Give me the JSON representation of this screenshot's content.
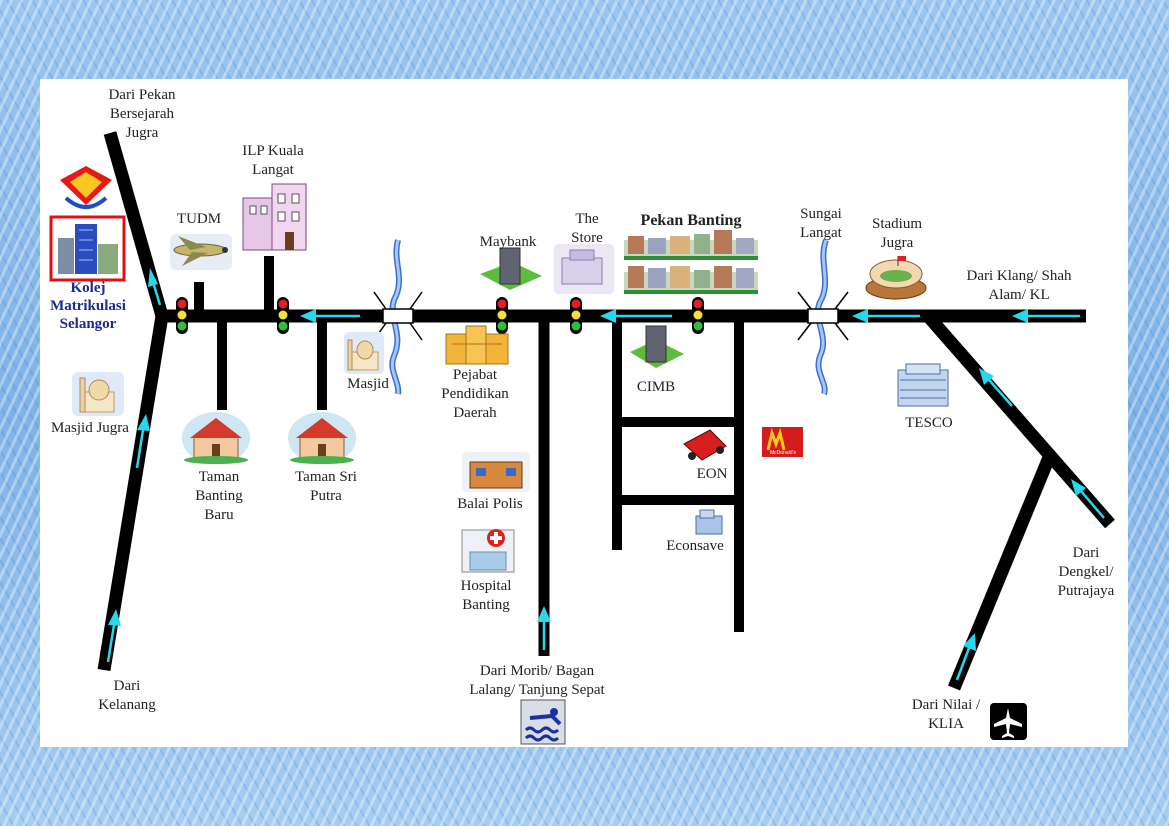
{
  "title": "Pekan Banting",
  "school": {
    "name": "Kolej Matrikulasi Selangor"
  },
  "colors": {
    "road": "#000000",
    "arrow": "#27d8ec",
    "light_red": "#e02020",
    "light_green": "#2fbe3a",
    "border": "#e01010",
    "text_navy": "#1b2a8c"
  },
  "labels": {
    "dari_pekan": "Dari Pekan\nBersejarah\nJugra",
    "ilp": "ILP Kuala\nLangat",
    "tudm": "TUDM",
    "kolej": "Kolej\nMatrikulasi\nSelangor",
    "masjid_jugra": "Masjid Jugra",
    "dari_kelanang": "Dari\nKelanang",
    "taman_banting_baru": "Taman\nBanting\nBaru",
    "taman_sri_putra": "Taman Sri\nPutra",
    "masjid": "Masjid",
    "maybank": "Maybank",
    "the_store": "The\nStore",
    "pejabat": "Pejabat\nPendidikan\nDaerah",
    "balai_polis": "Balai Polis",
    "hospital": "Hospital\nBanting",
    "dari_morib": "Dari Morib/ Bagan\nLalang/ Tanjung Sepat",
    "pekan_banting": "Pekan Banting",
    "cimb": "CIMB",
    "eon": "EON",
    "econsave": "Econsave",
    "sungai_langat": "Sungai\nLangat",
    "stadium": "Stadium\nJugra",
    "dari_klang": "Dari Klang/ Shah\nAlam/ KL",
    "tesco": "TESCO",
    "dari_dengkel": "Dari\nDengkel/\nPutrajaya",
    "dari_nilai": "Dari Nilai /\nKLIA"
  },
  "icons": {
    "logo": "kolej-logo-icon",
    "building": "kolej-building-icon",
    "plane": "plane-icon",
    "airport": "airport-icon",
    "swim": "swimming-icon",
    "mcd": "mcdonalds-icon"
  },
  "mcd_text": "McDonald's"
}
